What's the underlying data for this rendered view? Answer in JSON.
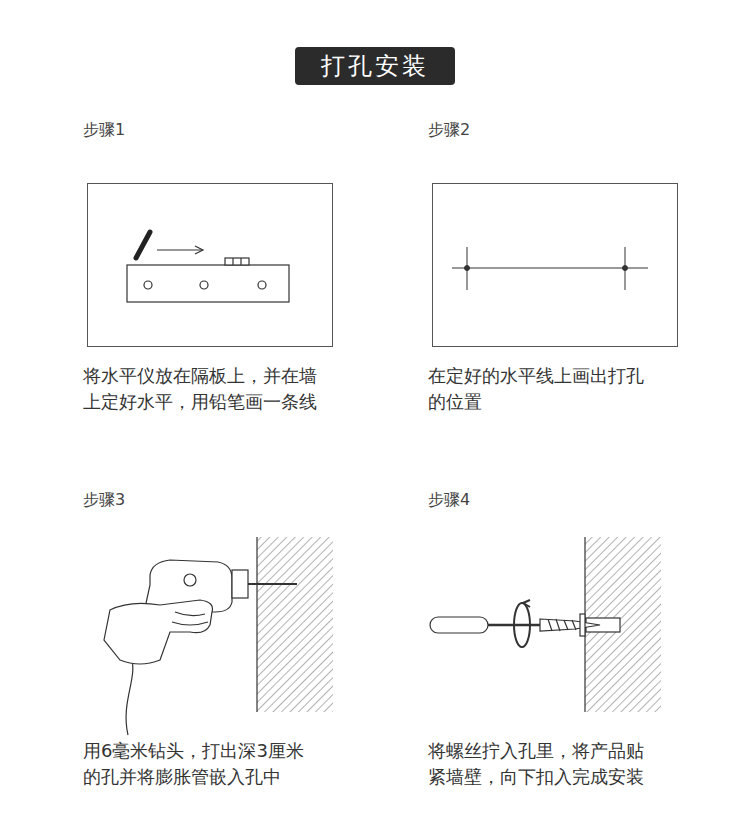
{
  "diagram": {
    "title": "打孔安装",
    "nodes": [
      {
        "text": [
          "步骤1",
          "将水平仪放在隔板上，并在墙 上定好水平，用铅笔画一条线"
        ]
      },
      {
        "text": [
          "步骤2",
          "在定好的水平线上画出打孔 的位置"
        ]
      }
    ],
    "labels": [
      "步骤3",
      "用6毫米钻头，打出深3厘米 的孔并将膨胀管嵌入孔中",
      "步骤4",
      "将螺丝拧入孔里，将产品贴 紧墙壁，向下扣入完成安装"
    ]
  }
}
